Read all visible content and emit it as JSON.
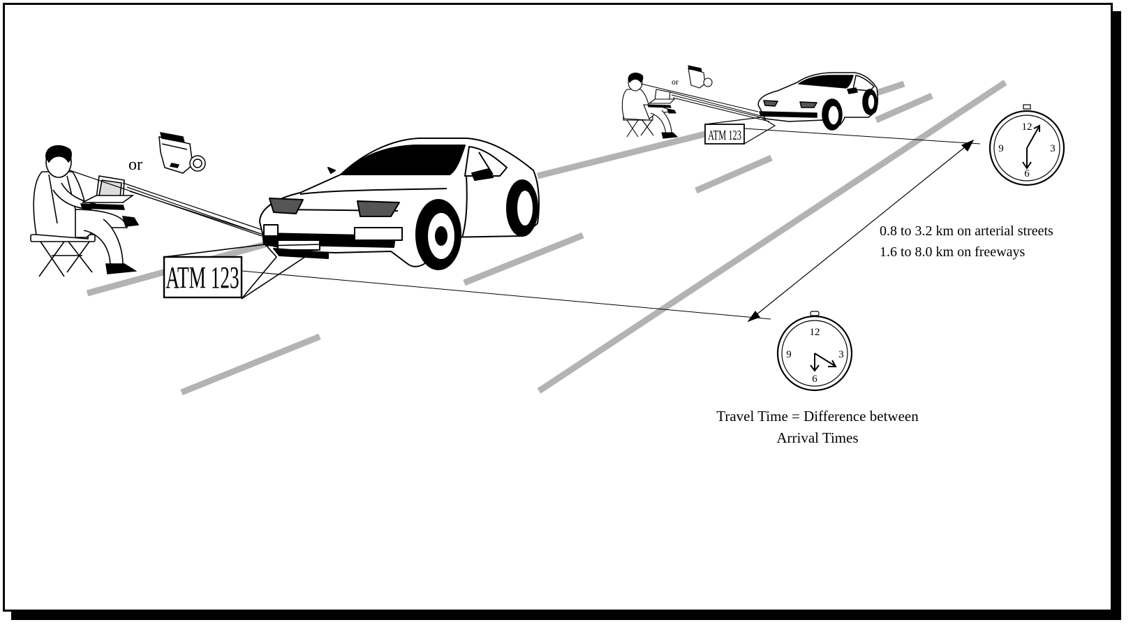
{
  "connector_word": "or",
  "plate_text": "ATM 123",
  "distance": {
    "line1": "0.8 to 3.2 km on arterial streets",
    "line2": "1.6 to 8.0 km on freeways"
  },
  "caption": {
    "line1": "Travel Time = Difference between",
    "line2": "Arrival Times"
  },
  "clock_numerals": {
    "n12": "12",
    "n3": "3",
    "n6": "6",
    "n9": "9"
  },
  "colors": {
    "road_marking": "#b3b3b3",
    "ink": "#000000",
    "paper": "#ffffff"
  }
}
